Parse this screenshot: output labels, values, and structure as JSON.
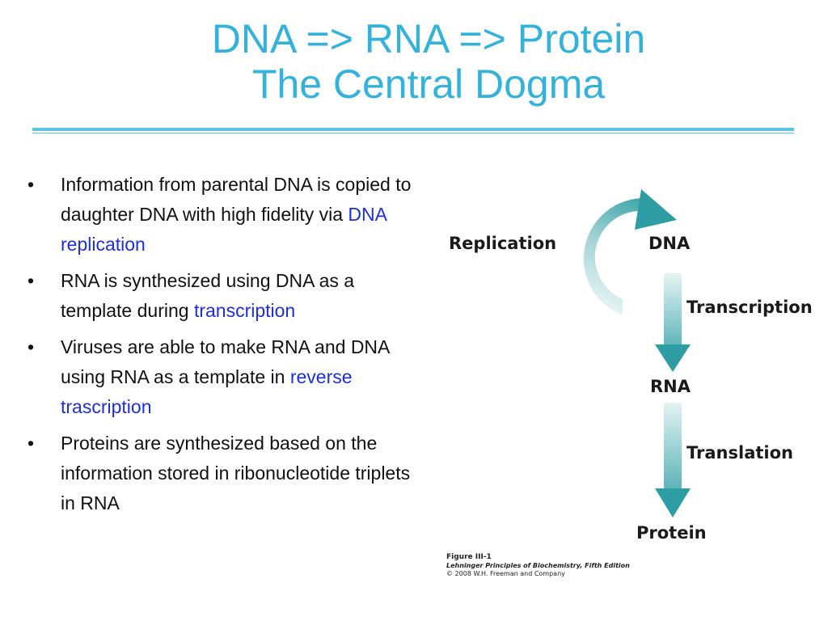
{
  "title": {
    "line1": "DNA => RNA => Protein",
    "line2": "The Central Dogma"
  },
  "bullets": [
    {
      "text": "Information from parental DNA is copied to daughter DNA with high fidelity via ",
      "highlight": "DNA replication"
    },
    {
      "text": "RNA is synthesized using DNA as a template during ",
      "highlight": "transcription"
    },
    {
      "text": "Viruses are able to make RNA and DNA using RNA as a template in ",
      "highlight": "reverse trascription"
    },
    {
      "text": "Proteins are synthesized based on the information stored in ribonucleotide triplets in RNA",
      "highlight": ""
    }
  ],
  "bullet_glyph": "•",
  "figure": {
    "replication": "Replication",
    "dna": "DNA",
    "transcription": "Transcription",
    "rna": "RNA",
    "translation": "Translation",
    "protein": "Protein",
    "caption_title": "Figure III-1",
    "caption_source": "Lehninger Principles of Biochemistry, Fifth Edition",
    "caption_copyright": "© 2008 W.H. Freeman and Company"
  },
  "colors": {
    "title": "#33b3db",
    "rule": "#5ec4e6",
    "highlight": "#1d2fd6",
    "arrow_dark": "#2e9ea4",
    "arrow_light": "#e3f3f3"
  }
}
